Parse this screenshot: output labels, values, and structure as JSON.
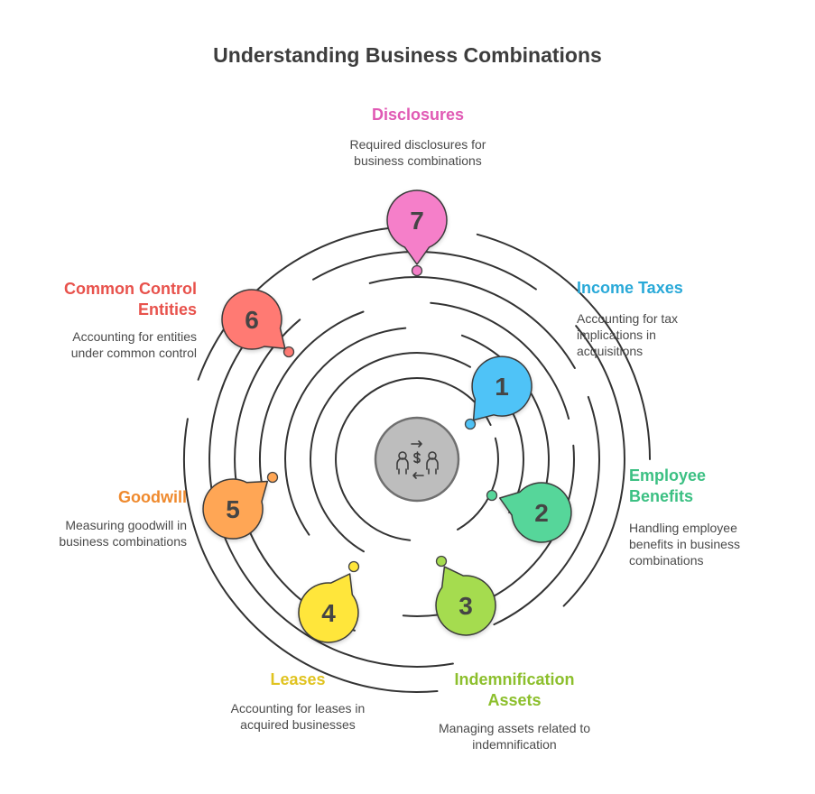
{
  "title": "Understanding Business Combinations",
  "center_icon": "people-exchange-icon",
  "items": [
    {
      "number": "1",
      "title": "Income Taxes",
      "desc_lines": [
        "Accounting for tax",
        "implications in",
        "acquisitions"
      ],
      "color": "#4fc3f7",
      "text_color": "#29a9d8"
    },
    {
      "number": "2",
      "title_lines": [
        "Employee",
        "Benefits"
      ],
      "desc_lines": [
        "Handling employee",
        "benefits in business",
        "combinations"
      ],
      "color": "#57d69a",
      "text_color": "#3cc083"
    },
    {
      "number": "3",
      "title_lines": [
        "Indemnification",
        "Assets"
      ],
      "desc_lines": [
        "Managing assets related to",
        "indemnification"
      ],
      "color": "#a5dc4f",
      "text_color": "#8cbf2c"
    },
    {
      "number": "4",
      "title": "Leases",
      "desc_lines": [
        "Accounting for leases in",
        "acquired businesses"
      ],
      "color": "#ffe63b",
      "text_color": "#e0c320"
    },
    {
      "number": "5",
      "title": "Goodwill",
      "desc_lines": [
        "Measuring goodwill in",
        "business combinations"
      ],
      "color": "#ffa655",
      "text_color": "#ef8a2e"
    },
    {
      "number": "6",
      "title_lines": [
        "Common Control",
        "Entities"
      ],
      "desc_lines": [
        "Accounting for entities",
        "under common control"
      ],
      "color": "#ff7a73",
      "text_color": "#e8524c"
    },
    {
      "number": "7",
      "title": "Disclosures",
      "desc_lines": [
        "Required disclosures for",
        "business combinations"
      ],
      "color": "#f57fc9",
      "text_color": "#e059b4"
    }
  ]
}
